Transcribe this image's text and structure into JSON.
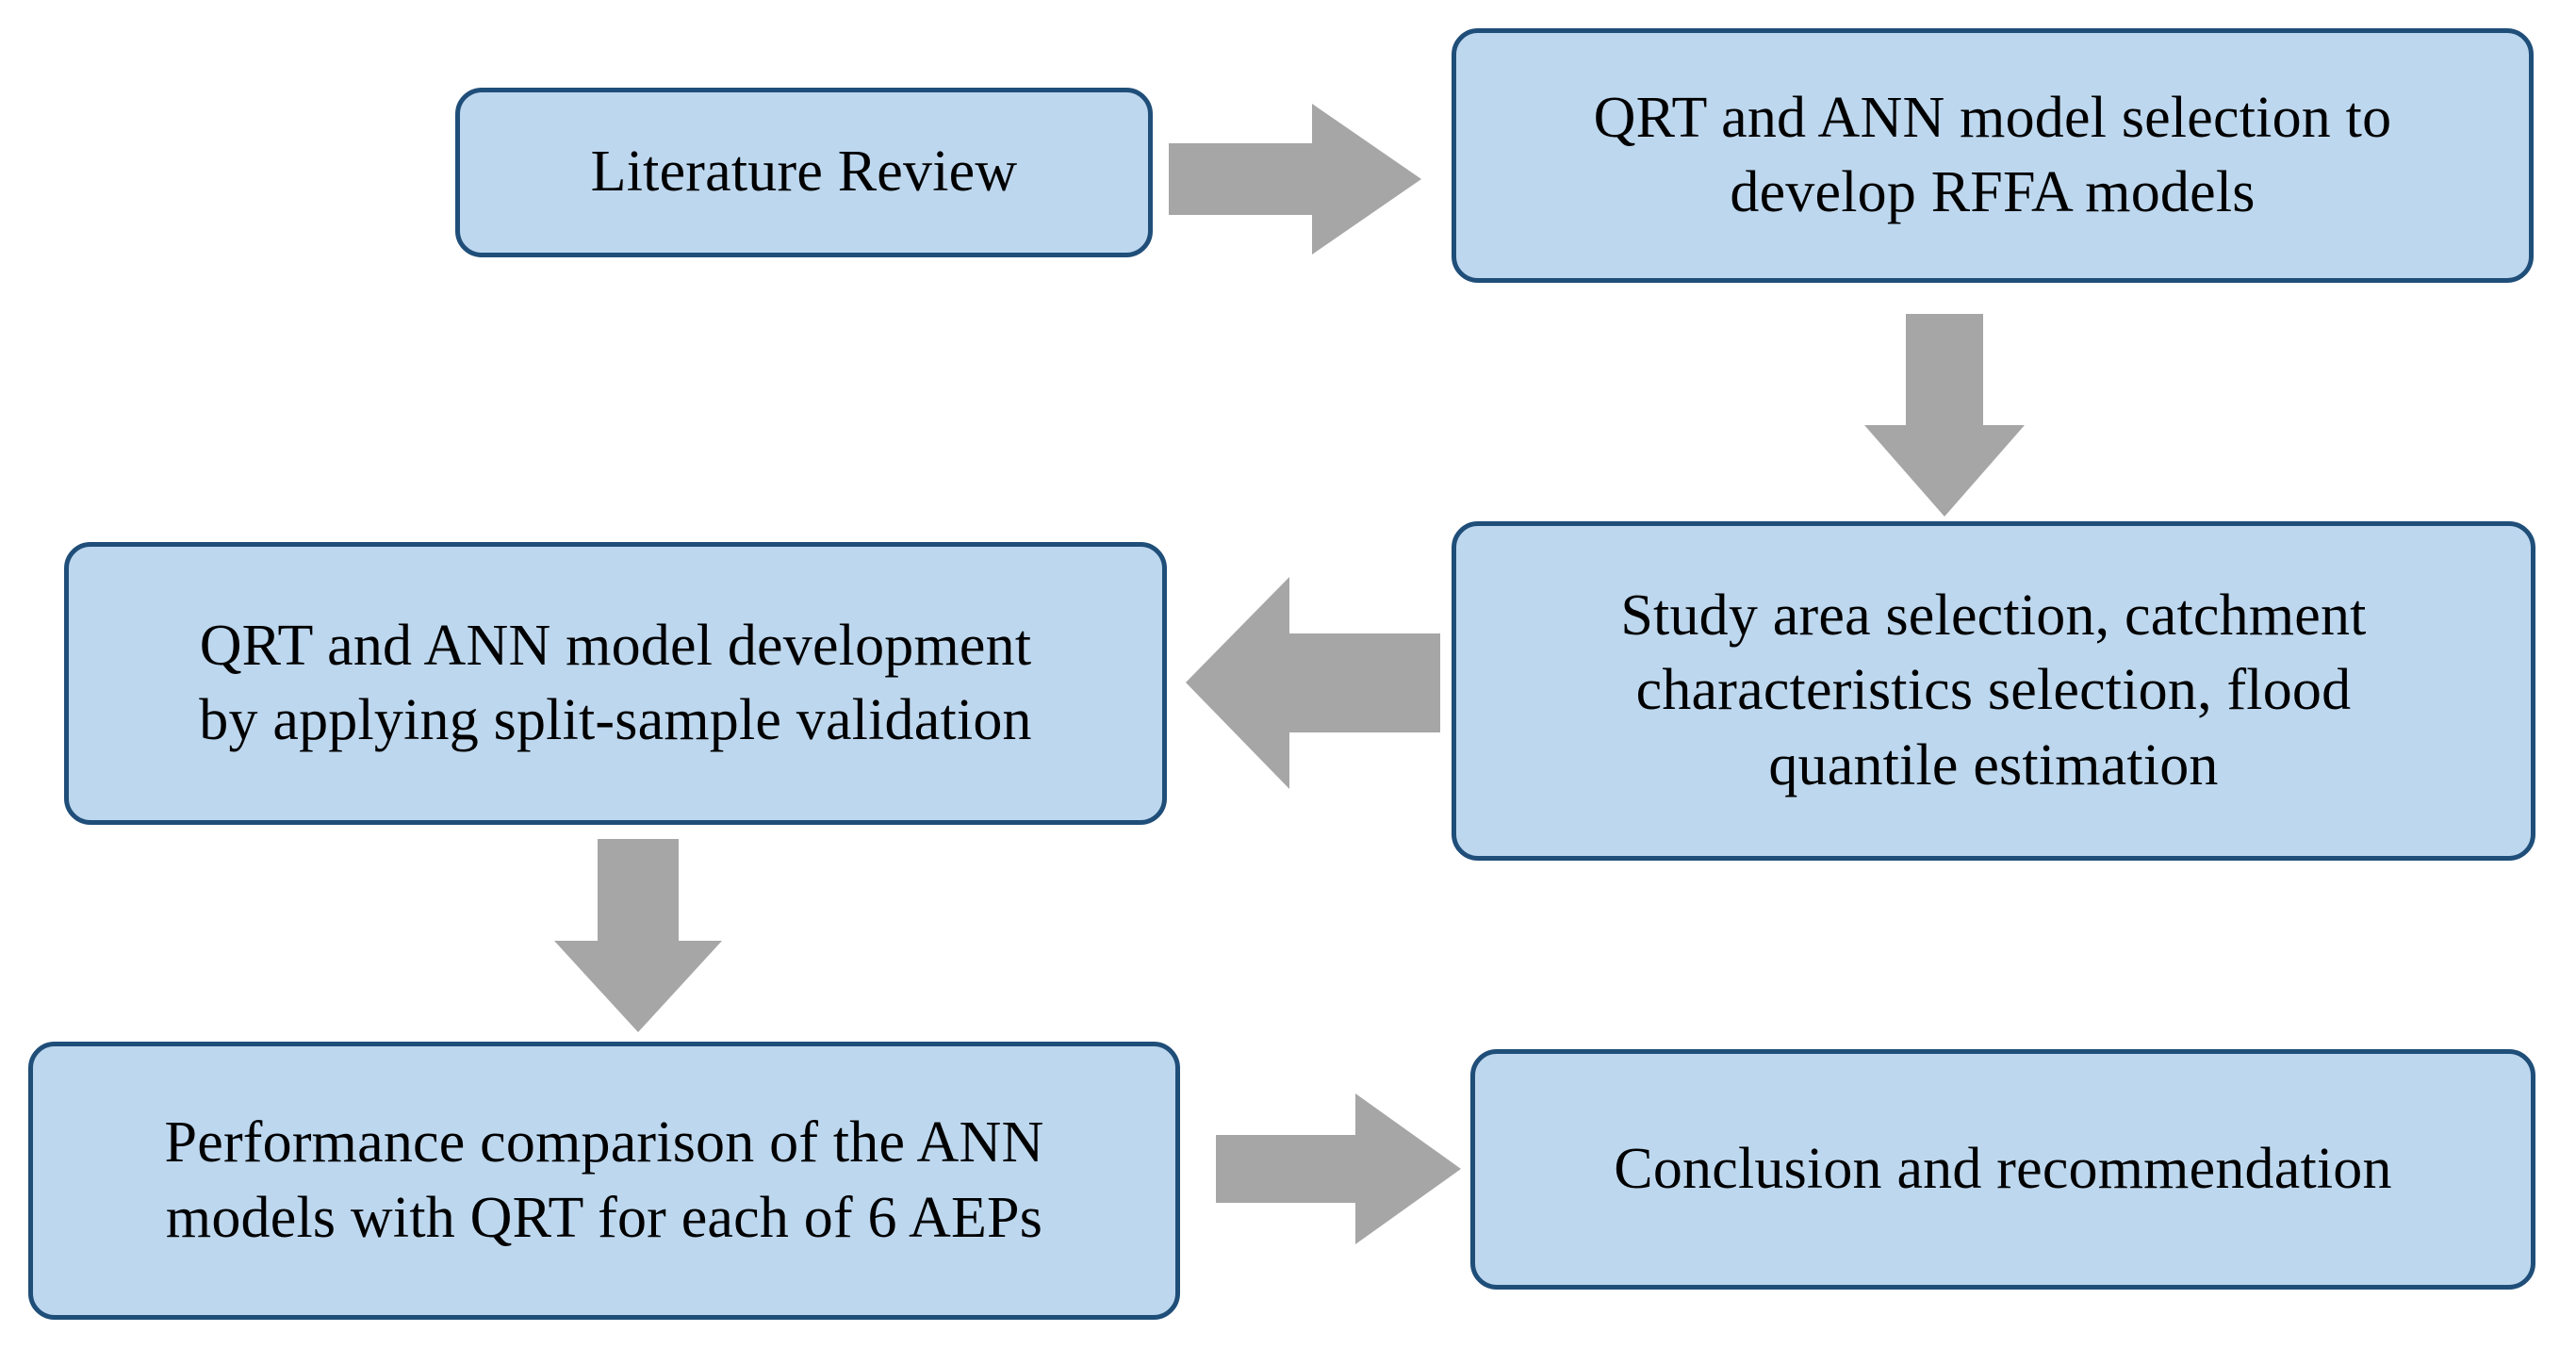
{
  "diagram": {
    "type": "flowchart",
    "title": "RFFA research methodology flowchart",
    "colors": {
      "node_fill": "#bdd7ee",
      "node_border": "#1f4e79",
      "arrow_fill": "#a6a6a6",
      "text": "#000000",
      "background": "#ffffff"
    },
    "nodes": [
      {
        "id": "literature-review",
        "label": "Literature Review"
      },
      {
        "id": "model-selection",
        "label": "QRT and ANN model selection to\ndevelop RFFA models"
      },
      {
        "id": "study-area",
        "label": "Study area selection, catchment\ncharacteristics selection, flood\nquantile estimation"
      },
      {
        "id": "model-development",
        "label": "QRT and ANN model development\nby applying split-sample validation"
      },
      {
        "id": "performance",
        "label": "Performance comparison of the ANN\nmodels with QRT for each of 6 AEPs"
      },
      {
        "id": "conclusion",
        "label": "Conclusion and recommendation"
      }
    ],
    "arrows": [
      {
        "id": "lit-to-selection",
        "from": "literature-review",
        "to": "model-selection",
        "direction": "right"
      },
      {
        "id": "selection-to-study",
        "from": "model-selection",
        "to": "study-area",
        "direction": "down"
      },
      {
        "id": "study-to-dev",
        "from": "study-area",
        "to": "model-development",
        "direction": "left"
      },
      {
        "id": "dev-to-perf",
        "from": "model-development",
        "to": "performance",
        "direction": "down"
      },
      {
        "id": "perf-to-conclusion",
        "from": "performance",
        "to": "conclusion",
        "direction": "right"
      }
    ]
  }
}
